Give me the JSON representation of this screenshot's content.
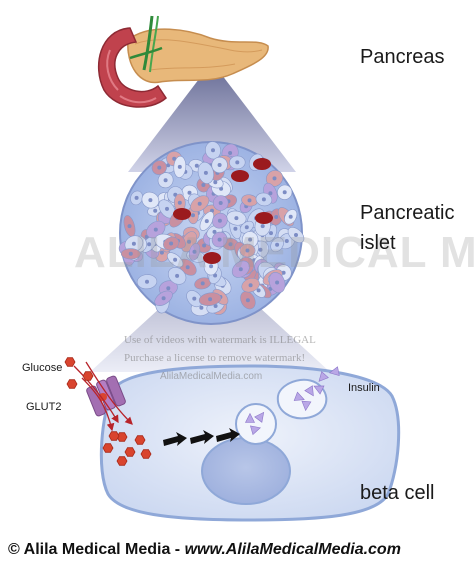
{
  "labels": {
    "pancreas": "Pancreas",
    "islet_line1": "Pancreatic",
    "islet_line2": "islet",
    "glucose": "Glucose",
    "glut2": "GLUT2",
    "insulin": "Insulin",
    "beta_cell": "beta cell"
  },
  "watermark": {
    "big": "ALILA MEDICAL MEDIA",
    "line1": "Use of videos with watermark is ILLEGAL",
    "line2": "Purchase a license to remove watermark!",
    "url": "AlilaMedicalMedia.com"
  },
  "footer": {
    "text": "© Alila Medical Media - ",
    "url": "www.AlilaMedicalMedia.com"
  },
  "colors": {
    "pancreas_tissue": "#e8b87a",
    "duodenum": "#c0424d",
    "cell_membrane": "#8fa8d8",
    "cell_fill": "#dfe7f7",
    "glucose": "#d9442e",
    "insulin": "#b9a7e6"
  }
}
